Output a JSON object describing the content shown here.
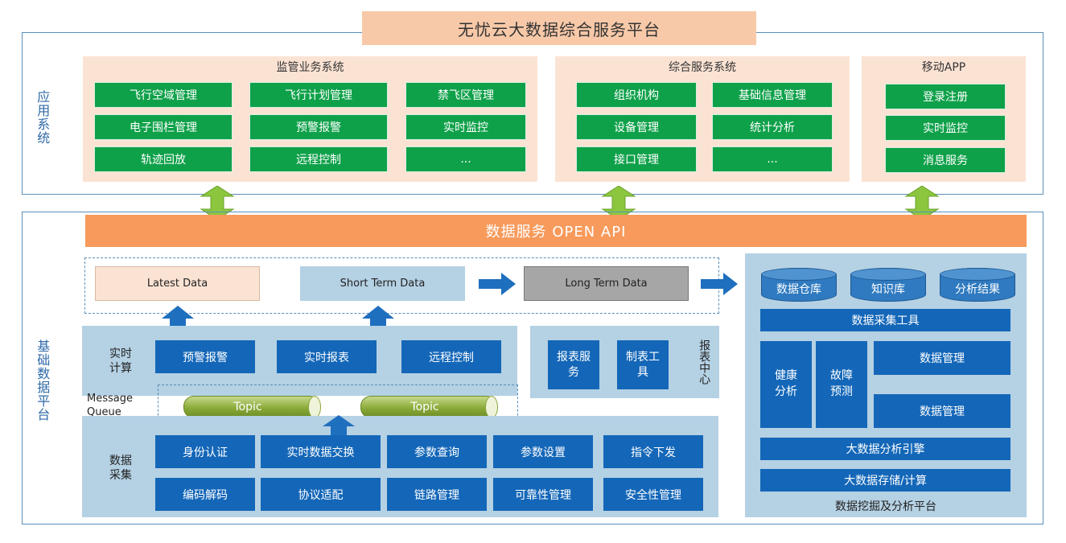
{
  "title": "无忧云大数据综合服务平台",
  "app_layer": {
    "label": "应用系统",
    "supervision": {
      "title": "监管业务系统",
      "items": [
        "飞行空域管理",
        "飞行计划管理",
        "禁飞区管理",
        "电子围栏管理",
        "预警报警",
        "实时监控",
        "轨迹回放",
        "远程控制",
        "..."
      ]
    },
    "integrated": {
      "title": "综合服务系统",
      "items": [
        "组织机构",
        "基础信息管理",
        "设备管理",
        "统计分析",
        "接口管理",
        "..."
      ]
    },
    "mobile": {
      "title": "移动APP",
      "items": [
        "登录注册",
        "实时监控",
        "消息服务"
      ]
    }
  },
  "platform": {
    "label": "基础数据平台",
    "api_bar": "数据服务 OPEN API",
    "data_flow": [
      "Latest Data",
      "Short Term Data",
      "Long Term Data"
    ],
    "realtime": {
      "label": "实时计算",
      "items": [
        "预警报警",
        "实时报表",
        "远程控制"
      ]
    },
    "report_center": {
      "label": "报表中心",
      "items": [
        "报表服务",
        "制表工具"
      ]
    },
    "message_queue": {
      "label": "Message Queue",
      "topics": [
        "Topic",
        "Topic"
      ]
    },
    "collection": {
      "label": "数据采集",
      "items": [
        "身份认证",
        "实时数据交换",
        "参数查询",
        "参数设置",
        "指令下发",
        "编码解码",
        "协议适配",
        "链路管理",
        "可靠性管理",
        "安全性管理"
      ]
    },
    "mining": {
      "stores": [
        "数据仓库",
        "知识库",
        "分析结果"
      ],
      "collection_tool": "数据采集工具",
      "health": "健康分析",
      "fault": "故障预测",
      "data_mgmt": [
        "数据管理",
        "数据管理"
      ],
      "engine": "大数据分析引擎",
      "storage": "大数据存储/计算",
      "caption": "数据挖掘及分析平台"
    }
  },
  "colors": {
    "green": "#0fa14a",
    "blue": "#1467b8",
    "orange": "#f79a5b",
    "peach": "#fbe3d4",
    "light_blue": "#b5d1e4",
    "arrow_green": "#8cc63f"
  }
}
